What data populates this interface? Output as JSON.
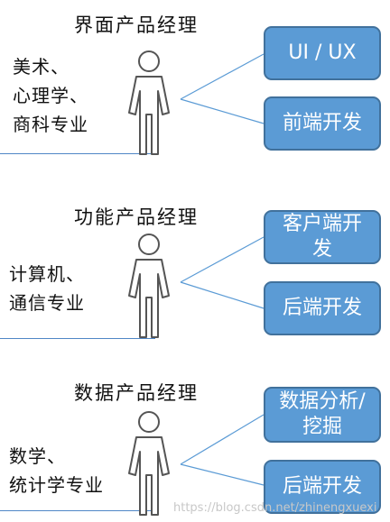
{
  "sections": [
    {
      "title": "界面产品经理",
      "background": [
        "美术、",
        "心理学、",
        "商科专业"
      ],
      "boxes": [
        "UI / UX",
        "前端开发"
      ]
    },
    {
      "title": "功能产品经理",
      "background": [
        "计算机、",
        "通信专业"
      ],
      "boxes": [
        "客户端开发",
        "后端开发"
      ]
    },
    {
      "title": "数据产品经理",
      "background": [
        "数学、",
        "统计学专业"
      ],
      "boxes": [
        "数据分析/挖掘",
        "后端开发"
      ]
    }
  ],
  "watermark": "https://blog.csdn.net/zhinengxuexi",
  "colors": {
    "box_fill": "#5b9bd5",
    "box_border": "#41719c",
    "line": "#5b9bd5"
  }
}
